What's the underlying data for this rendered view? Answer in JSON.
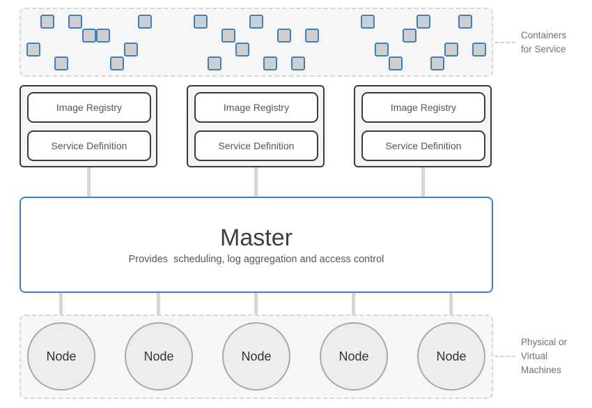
{
  "diagram": {
    "containers_label": "Containers\nfor Service",
    "machines_label": "Physical or\nVirtual\nMachines",
    "services": [
      {
        "registry": "Image Registry",
        "definition": "Service Definition"
      },
      {
        "registry": "Image Registry",
        "definition": "Service Definition"
      },
      {
        "registry": "Image Registry",
        "definition": "Service Definition"
      }
    ],
    "master": {
      "title": "Master",
      "subtitle": "Provides  scheduling, log aggregation and access control"
    },
    "nodes": [
      "Node",
      "Node",
      "Node",
      "Node",
      "Node"
    ]
  },
  "colors": {
    "accent_blue": "#3f7fbf",
    "container_fill": "#cfcfcf",
    "dashed_border": "#d6d6d6",
    "node_fill": "#ededed"
  }
}
